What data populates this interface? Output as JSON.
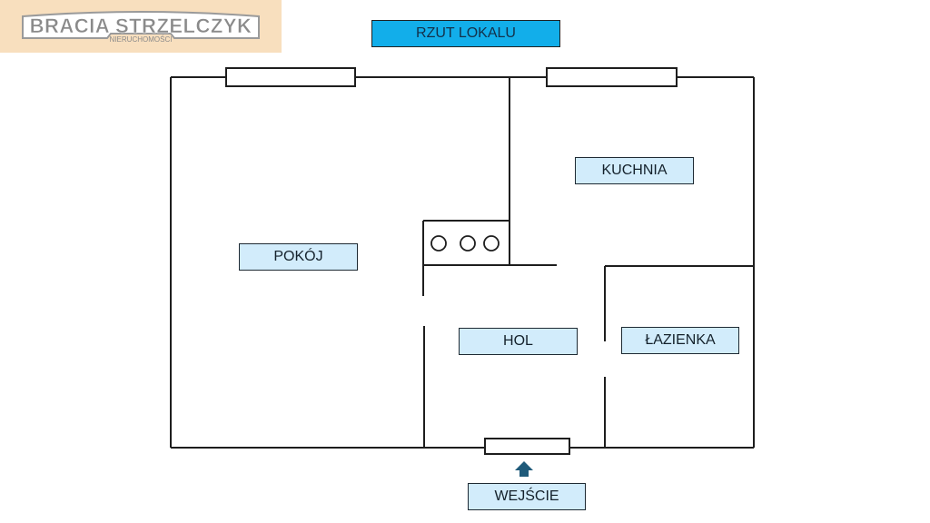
{
  "logo": {
    "brand": "BRACIA STRZELCZYK",
    "tagline": "NIERUCHOMOŚCI",
    "background": "#f8dfbe"
  },
  "title": "RZUT LOKALU",
  "colors": {
    "title_fill": "#12aeea",
    "label_fill": "#d2ecfb",
    "wall": "#1e1e1e",
    "arrow": "#1f5a7a"
  },
  "rooms": {
    "pokoj": "POKÓJ",
    "kuchnia": "KUCHNIA",
    "hol": "HOL",
    "lazienka": "ŁAZIENKA"
  },
  "entrance": {
    "label": "WEJŚCIE",
    "icon": "arrow-up-icon"
  },
  "features": {
    "windows": 2,
    "stove_burners": 3
  }
}
